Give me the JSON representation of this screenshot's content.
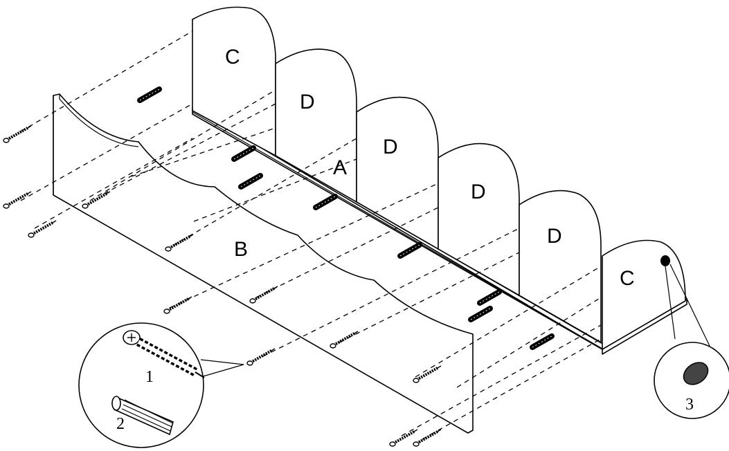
{
  "diagram": {
    "part_labels": {
      "a": "A",
      "b": "B",
      "c_left": "C",
      "c_right": "C",
      "d1": "D",
      "d2": "D",
      "d3": "D",
      "d4": "D"
    },
    "callouts": {
      "screw": "1",
      "dowel": "2",
      "felt_pad": "3"
    }
  }
}
